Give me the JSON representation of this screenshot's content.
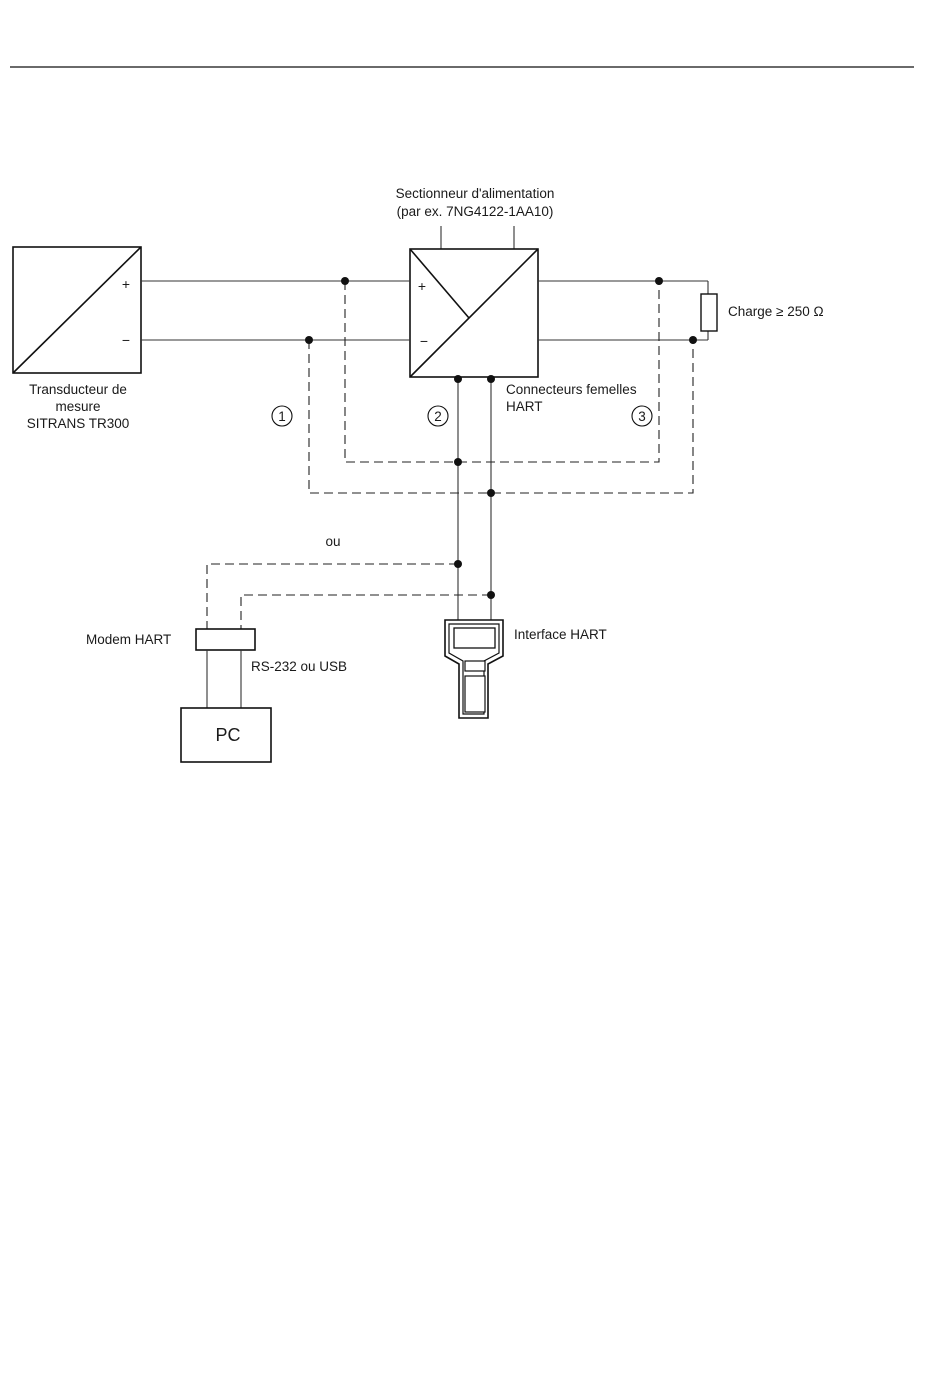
{
  "labels": {
    "isolator_line1": "Sectionneur d'alimentation",
    "isolator_line2": "(par ex. 7NG4122-1AA10)",
    "load": "Charge ≥ 250 Ω",
    "transmitter_line1": "Transducteur de",
    "transmitter_line2": "mesure",
    "transmitter_line3": "SITRANS TR300",
    "hart_sockets_line1": "Connecteurs femelles",
    "hart_sockets_line2": "HART",
    "or": "ou",
    "hart_modem": "Modem HART",
    "rs232": "RS-232 ou USB",
    "hart_interface": "Interface HART",
    "pc": "PC"
  },
  "markers": [
    "1",
    "2",
    "3"
  ],
  "polarity": {
    "plus": "+",
    "minus": "−"
  }
}
